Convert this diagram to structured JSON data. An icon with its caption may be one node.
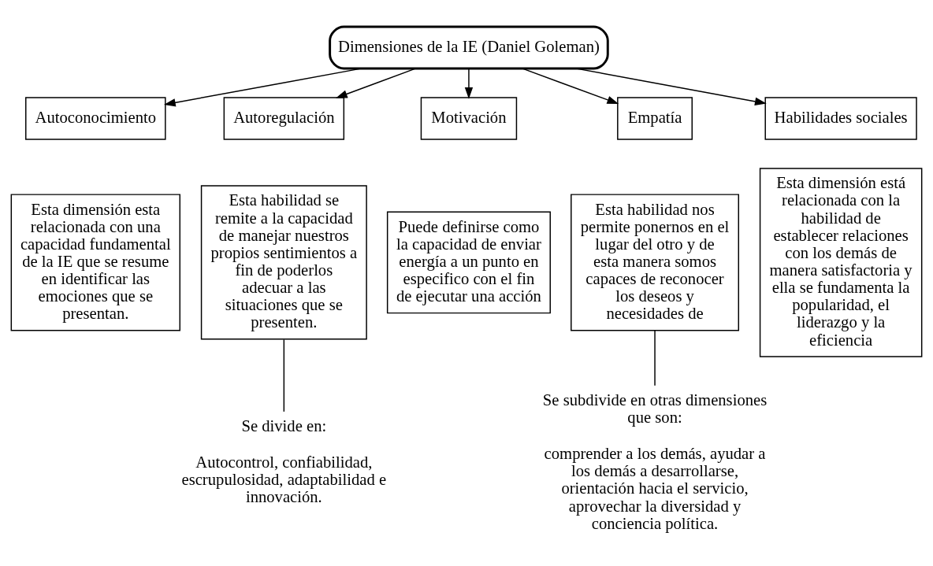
{
  "diagram": {
    "nodes": [
      {
        "text": [
          "Dimensiones de la IE (Daniel Goleman)"
        ]
      },
      {
        "text": [
          "Autoconocimiento"
        ]
      },
      {
        "text": [
          "Esta dimensión esta relacionada con una capacidad fundamental de la IE que se resume en identificar las emociones que se presentan."
        ]
      },
      {
        "text": [
          "Autoregulación"
        ]
      },
      {
        "text": [
          "Esta habilidad se remite a la capacidad de manejar nuestros propios sentimientos a fin de poderlos adecuar a las situaciones que se presenten."
        ]
      },
      {
        "text": [
          "Motivación"
        ]
      },
      {
        "text": [
          "Puede definirse como la capacidad de enviar energía a un punto en especifico con el fin de ejecutar una acción"
        ]
      },
      {
        "text": [
          "Empatía"
        ]
      },
      {
        "text": [
          "Esta habilidad nos permite ponernos en el lugar del otro y de esta manera somos capaces de reconocer los deseos y necesidades de"
        ]
      },
      {
        "text": [
          "Habilidades sociales"
        ]
      },
      {
        "text": [
          "Esta dimensión está relacionada con la habilidad de establecer relaciones con los demás de manera satisfactoria y ella se fundamenta la popularidad, el liderazgo y la eficiencia"
        ]
      },
      {
        "text": [
          "Se divide en:",
          "Autocontrol, confiabilidad, escrupulosidad, adaptabilidad e innovación."
        ]
      },
      {
        "text": [
          "Se subdivide en otras dimensiones que son:",
          "comprender a los demás, ayudar a los demás a desarrollarse, orientación hacia el servicio, aprovechar la diversidad y conciencia política."
        ]
      }
    ],
    "edges": [
      {
        "from": 0,
        "to": 1,
        "arrow": "to"
      },
      {
        "from": 0,
        "to": 3,
        "arrow": "to"
      },
      {
        "from": 0,
        "to": 5,
        "arrow": "to"
      },
      {
        "from": 0,
        "to": 7,
        "arrow": "to"
      },
      {
        "from": 0,
        "to": 9,
        "arrow": "to"
      },
      {
        "from": 4,
        "to": 11,
        "arrow": "none"
      },
      {
        "from": 8,
        "to": 12,
        "arrow": "none"
      }
    ]
  }
}
